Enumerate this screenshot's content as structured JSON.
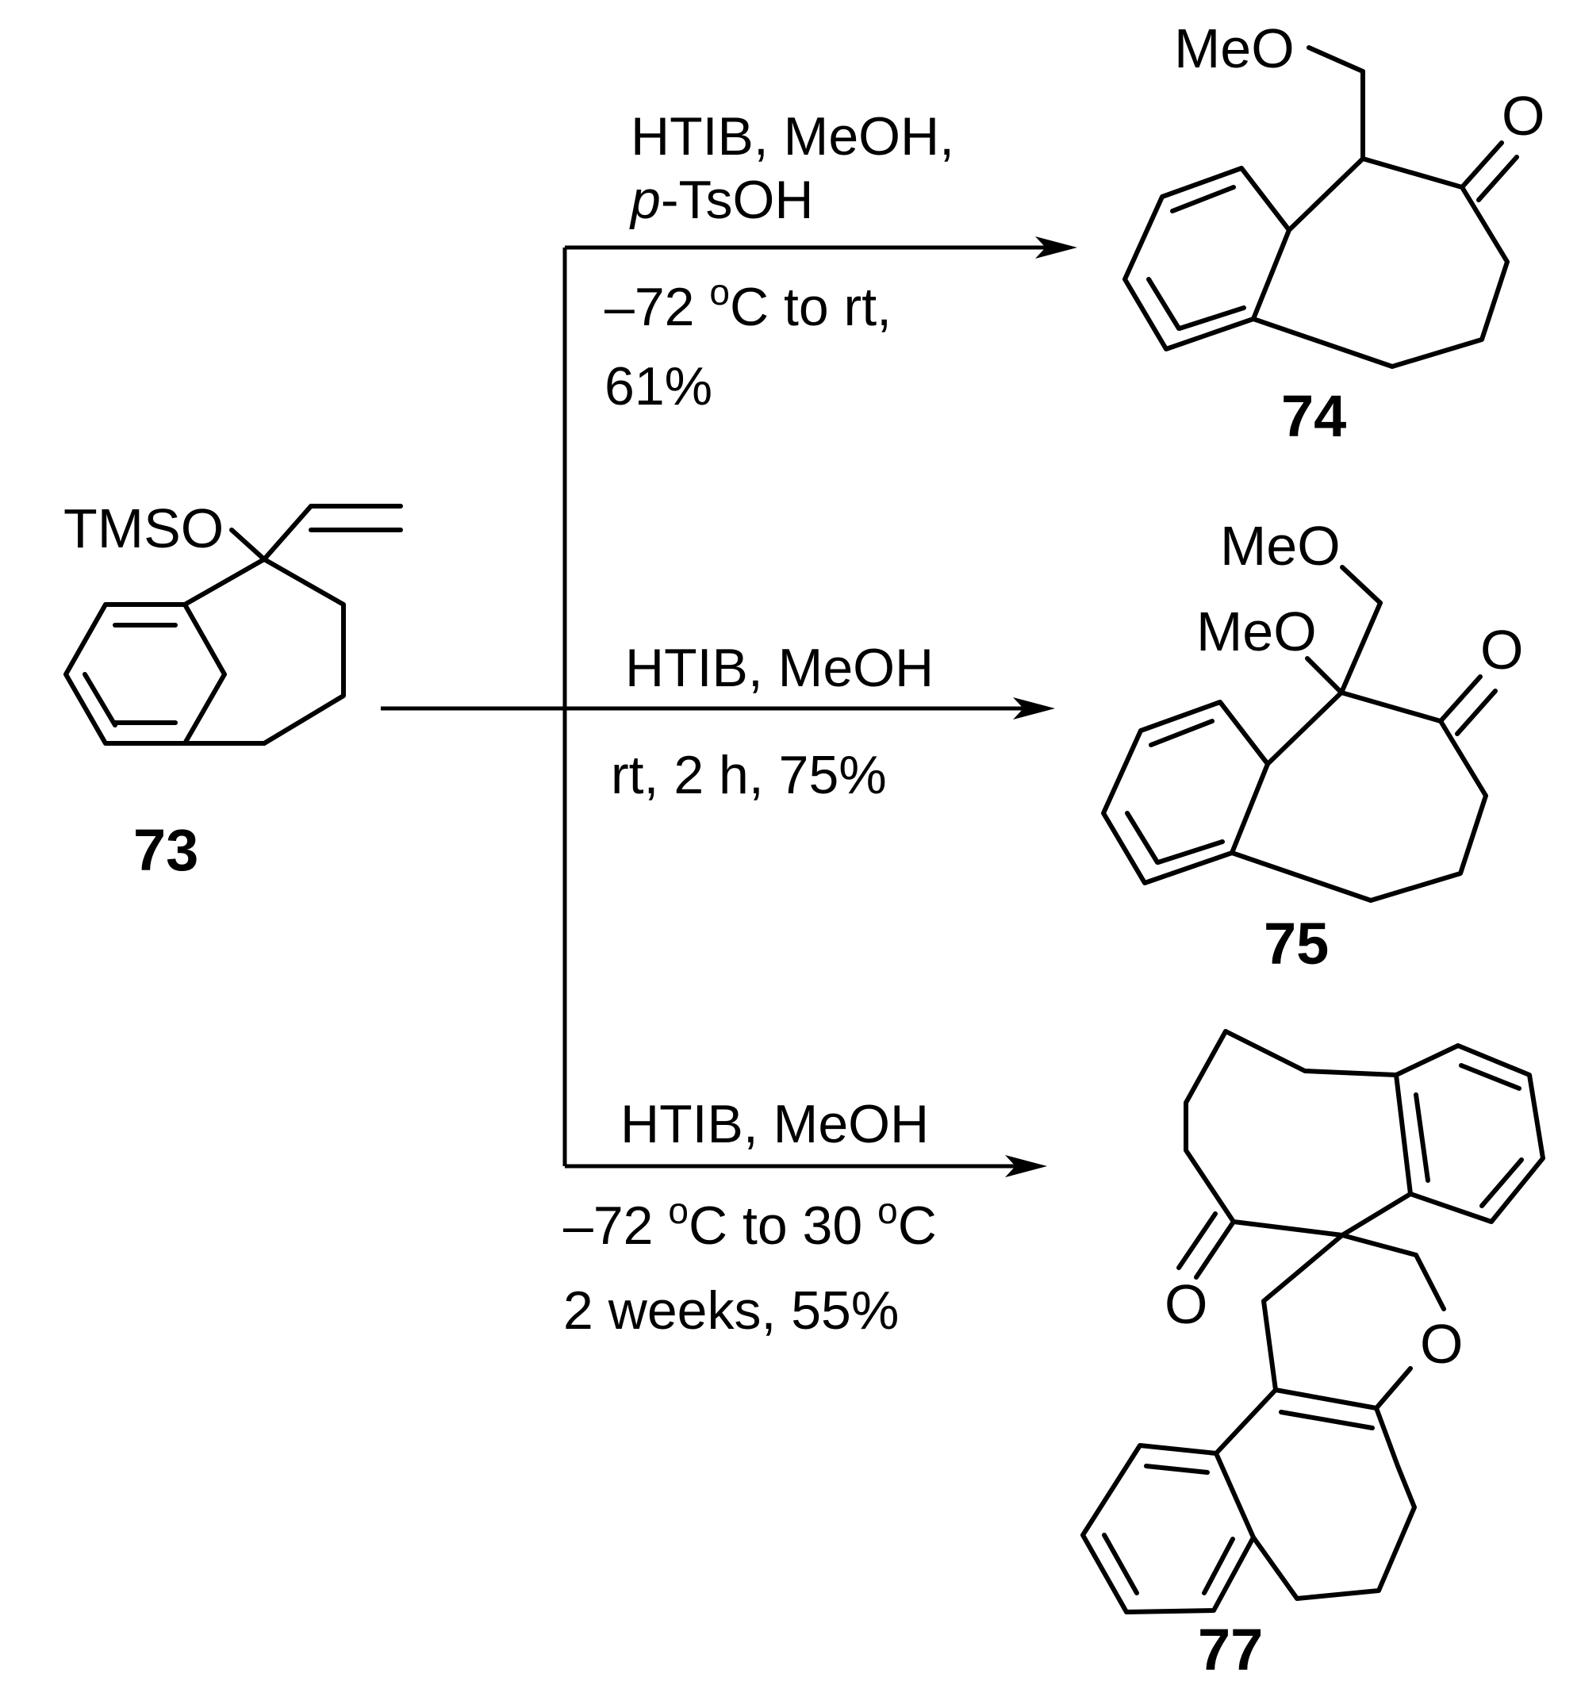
{
  "compounds": {
    "c73": {
      "id": "73",
      "group": "TMSO"
    },
    "c74": {
      "id": "74",
      "group": "MeO",
      "carbonyl_o": "O"
    },
    "c75": {
      "id": "75",
      "group1": "MeO",
      "group2": "MeO",
      "carbonyl_o": "O"
    },
    "c77": {
      "id": "77",
      "carbonyl_o": "O",
      "ring_o": "O"
    }
  },
  "reactions": {
    "r1": {
      "reagent_line1": "HTIB, MeOH,",
      "reagent_prefix": "p",
      "reagent_line2": "-TsOH",
      "temp_start": "–72 ",
      "degree": "o",
      "temp_end": "C to rt,",
      "yield": "61%"
    },
    "r2": {
      "reagents": "HTIB, MeOH",
      "conditions": "rt, 2 h, 75%"
    },
    "r3": {
      "reagents": "HTIB, MeOH",
      "temp_start": "–72 ",
      "degree1": "o",
      "temp_mid": "C to 30 ",
      "degree2": "o",
      "temp_end": "C",
      "conditions2": "2 weeks, 55%"
    }
  }
}
